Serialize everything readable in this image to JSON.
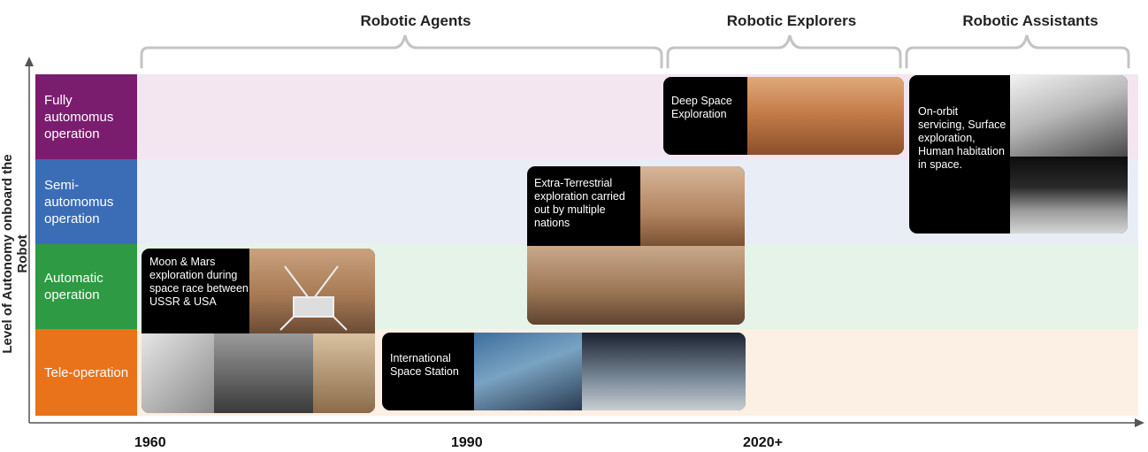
{
  "eras": [
    {
      "label": "Robotic Agents"
    },
    {
      "label": "Robotic Explorers"
    },
    {
      "label": "Robotic Assistants"
    }
  ],
  "y_axis_label": "Level of Autonomy onboard the Robot",
  "levels": [
    {
      "label": "Fully automomus operation",
      "color": "#7b1d6f"
    },
    {
      "label": "Semi-automomus operation",
      "color": "#3a6db5"
    },
    {
      "label": "Automatic operation",
      "color": "#2e9a43"
    },
    {
      "label": "Tele-operation",
      "color": "#e8731a"
    }
  ],
  "band_colors": [
    "#f3e6f0",
    "#e8edf6",
    "#e6f3e8",
    "#fcefe3"
  ],
  "x_ticks": [
    "1960",
    "1990",
    "2020+"
  ],
  "cards": [
    {
      "text": "Moon & Mars exploration during space race between USSR & USA"
    },
    {
      "text": "International Space Station"
    },
    {
      "text": "Extra-Terrestrial exploration carried out by multiple nations"
    },
    {
      "text": "Deep Space Exploration"
    },
    {
      "text": "On-orbit servicing, Surface exploration, Human habitation in space."
    }
  ]
}
